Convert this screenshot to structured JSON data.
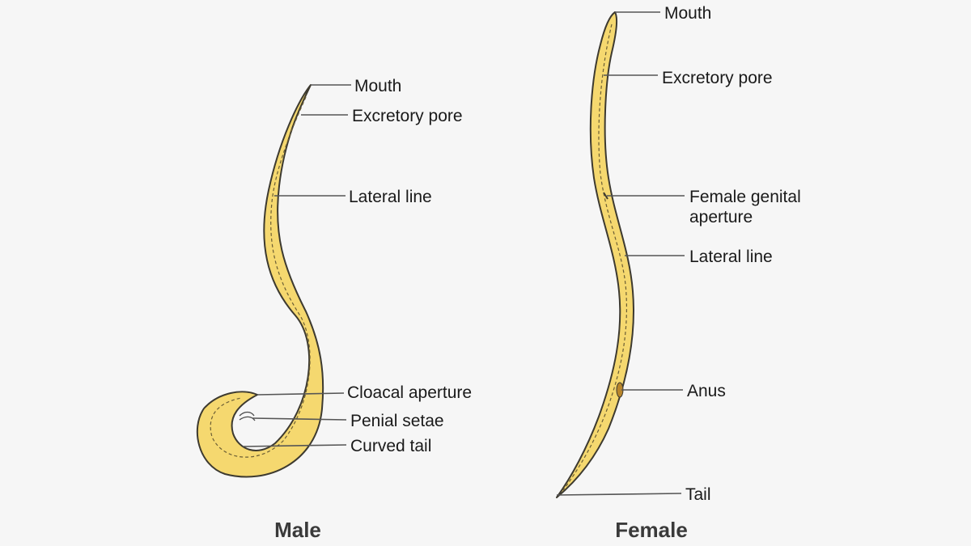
{
  "colors": {
    "background": "#f6f6f6",
    "worm_fill": "#f5d86f",
    "worm_outline": "#3d3a30",
    "leader_line": "#555555",
    "caption_text": "#3a3a3a"
  },
  "male": {
    "caption": "Male",
    "labels": {
      "mouth": "Mouth",
      "excretory_pore": "Excretory pore",
      "lateral_line": "Lateral line",
      "cloacal_aperture": "Cloacal aperture",
      "penial_setae": "Penial setae",
      "curved_tail": "Curved tail"
    }
  },
  "female": {
    "caption": "Female",
    "labels": {
      "mouth": "Mouth",
      "excretory_pore": "Excretory pore",
      "genital_line1": "Female genital",
      "genital_line2": "aperture",
      "lateral_line": "Lateral line",
      "anus": "Anus",
      "tail": "Tail"
    }
  }
}
